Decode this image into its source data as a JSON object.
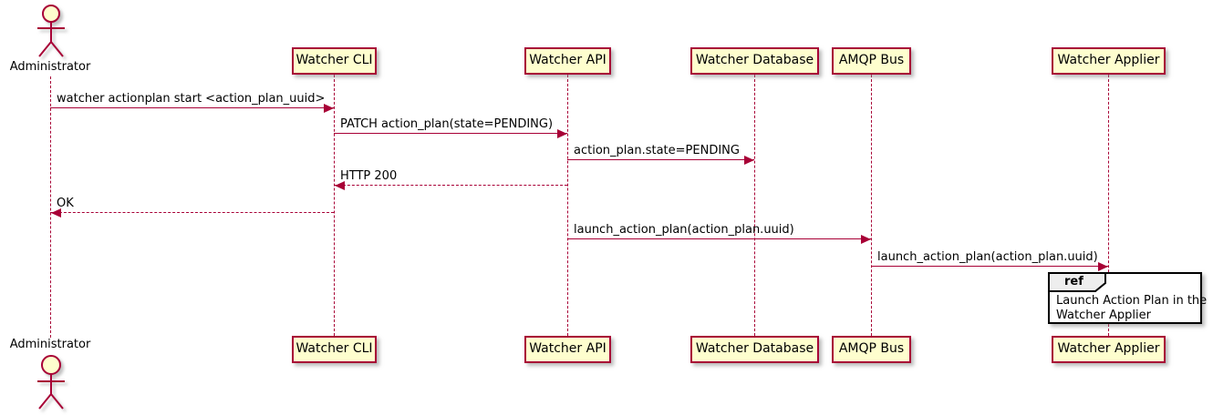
{
  "colors": {
    "participant_fill": "#FEFECE",
    "participant_border": "#A80036",
    "lifeline": "#A80036",
    "arrow": "#A80036",
    "actor_stroke": "#A80036",
    "actor_head_fill": "#FEFECE",
    "ref_border": "#000000",
    "ref_fill": "#FFFFFF",
    "ref_header_fill": "#EEEEEE",
    "text": "#000000"
  },
  "actor": {
    "label": "Administrator"
  },
  "participants": [
    {
      "label": "Watcher CLI"
    },
    {
      "label": "Watcher API"
    },
    {
      "label": "Watcher Database"
    },
    {
      "label": "AMQP Bus"
    },
    {
      "label": "Watcher Applier"
    }
  ],
  "messages": [
    {
      "text": "watcher actionplan start <action_plan_uuid>",
      "from": "Administrator",
      "to": "Watcher CLI",
      "line": "solid",
      "direction": "right"
    },
    {
      "text": "PATCH action_plan(state=PENDING)",
      "from": "Watcher CLI",
      "to": "Watcher API",
      "line": "solid",
      "direction": "right"
    },
    {
      "text": "action_plan.state=PENDING",
      "from": "Watcher API",
      "to": "Watcher Database",
      "line": "solid",
      "direction": "right"
    },
    {
      "text": "HTTP 200",
      "from": "Watcher API",
      "to": "Watcher CLI",
      "line": "dashed",
      "direction": "left"
    },
    {
      "text": "OK",
      "from": "Watcher CLI",
      "to": "Administrator",
      "line": "dashed",
      "direction": "left"
    },
    {
      "text": "launch_action_plan(action_plan.uuid)",
      "from": "Watcher API",
      "to": "AMQP Bus",
      "line": "solid",
      "direction": "right"
    },
    {
      "text": "launch_action_plan(action_plan.uuid)",
      "from": "AMQP Bus",
      "to": "Watcher Applier",
      "line": "solid",
      "direction": "right"
    }
  ],
  "ref": {
    "keyword": "ref",
    "line1": "Launch Action Plan in the",
    "line2": "Watcher Applier"
  }
}
